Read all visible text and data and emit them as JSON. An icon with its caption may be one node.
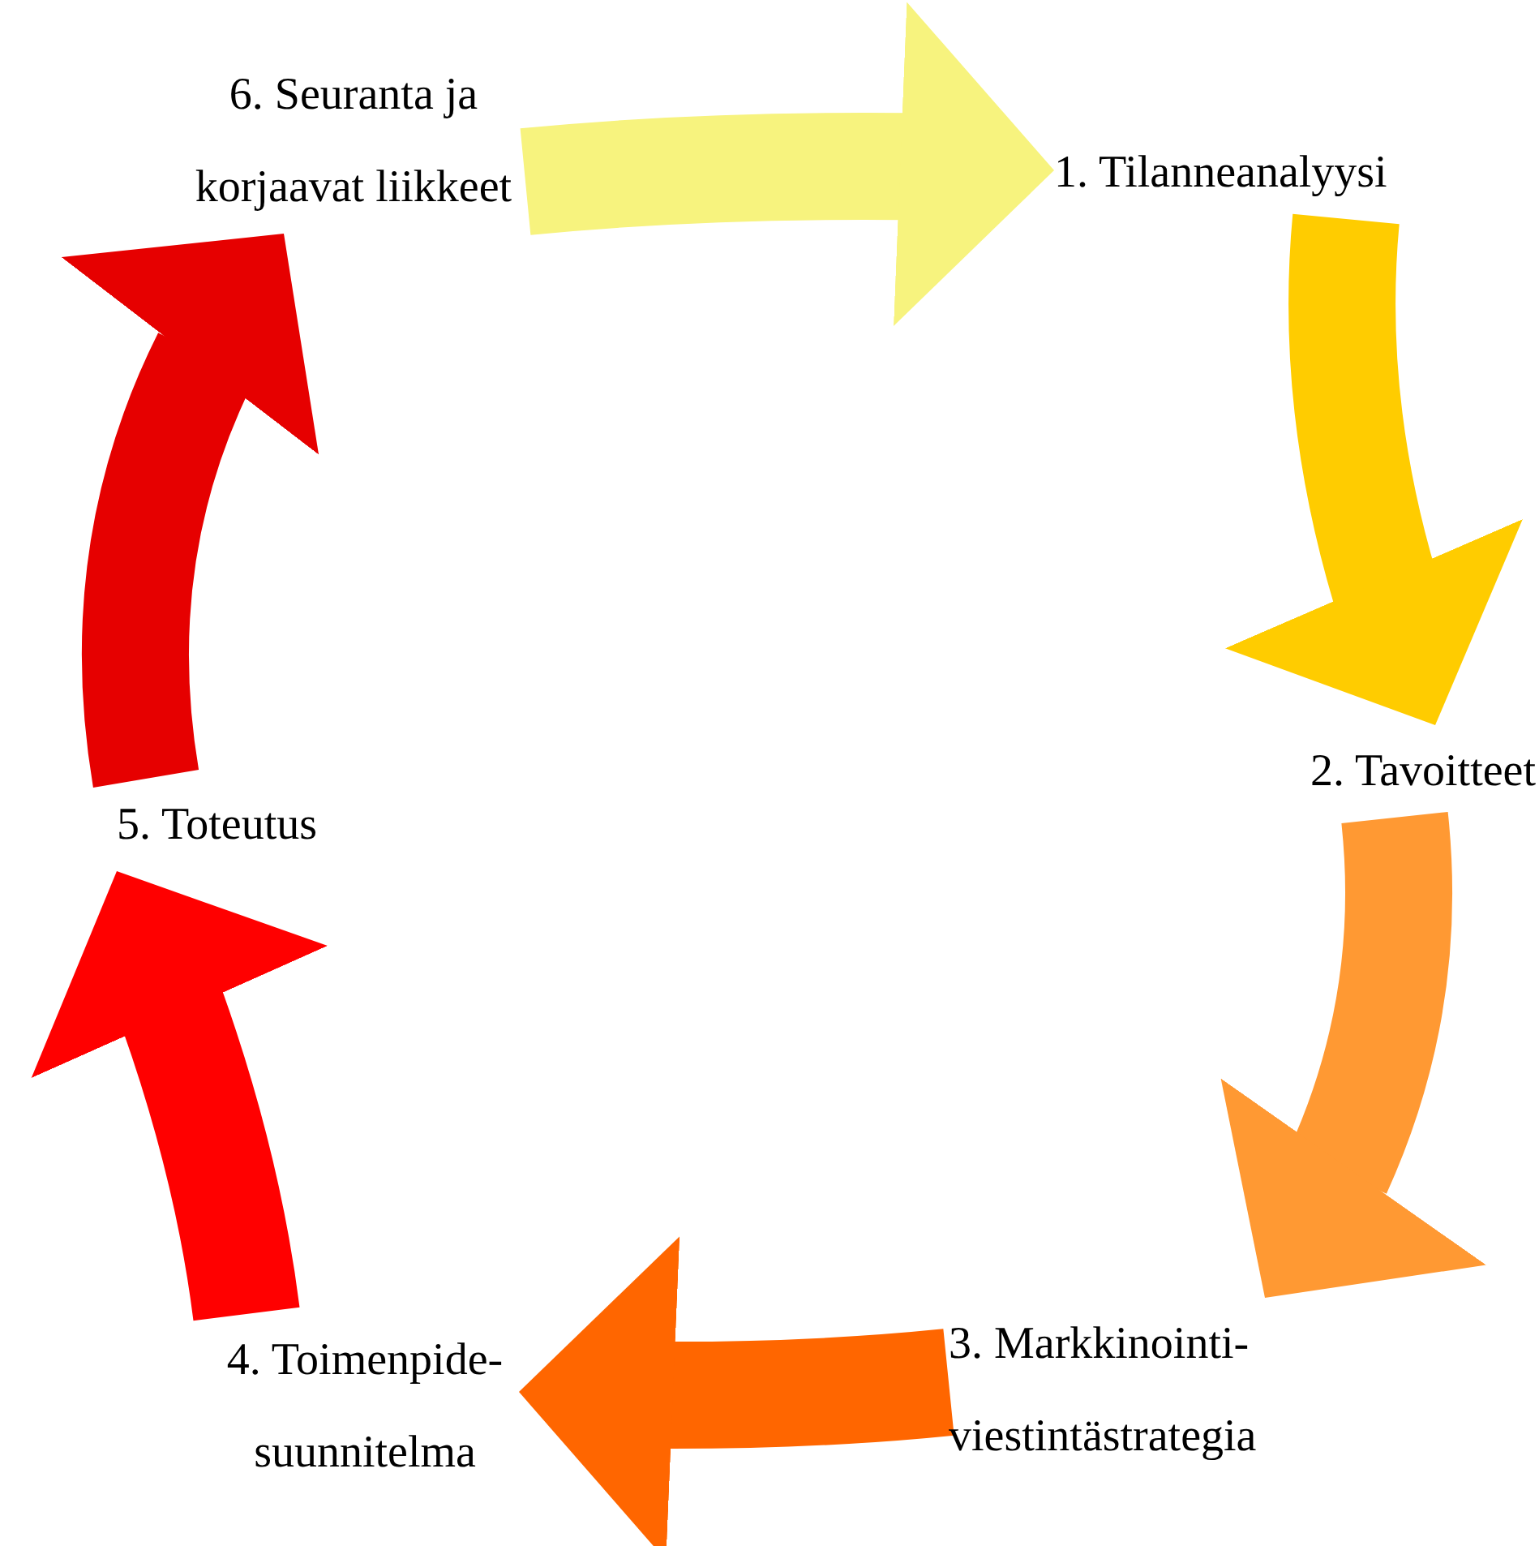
{
  "diagram": {
    "nodes": [
      {
        "text": [
          "1. Tilanneanalyysi"
        ]
      },
      {
        "text": [
          "2. Tavoitteet"
        ]
      },
      {
        "text": [
          "3. Markkinointi- viestintästrategia"
        ]
      },
      {
        "text": [
          "4. Toimenpide- suunnitelma"
        ]
      },
      {
        "text": [
          "5. Toteutus"
        ]
      },
      {
        "text": [
          "6. Seuranta ja korjaavat liikkeet"
        ]
      }
    ],
    "edges": [
      {
        "from": 5,
        "to": 0,
        "arrow": "to",
        "color": "#f7f37e"
      },
      {
        "from": 0,
        "to": 1,
        "arrow": "to",
        "color": "#ffcc00"
      },
      {
        "from": 1,
        "to": 2,
        "arrow": "to",
        "color": "#ff9933"
      },
      {
        "from": 2,
        "to": 3,
        "arrow": "to",
        "color": "#ff6600"
      },
      {
        "from": 3,
        "to": 4,
        "arrow": "to",
        "color": "#ff0000"
      },
      {
        "from": 4,
        "to": 5,
        "arrow": "to",
        "color": "#e60000"
      }
    ]
  }
}
